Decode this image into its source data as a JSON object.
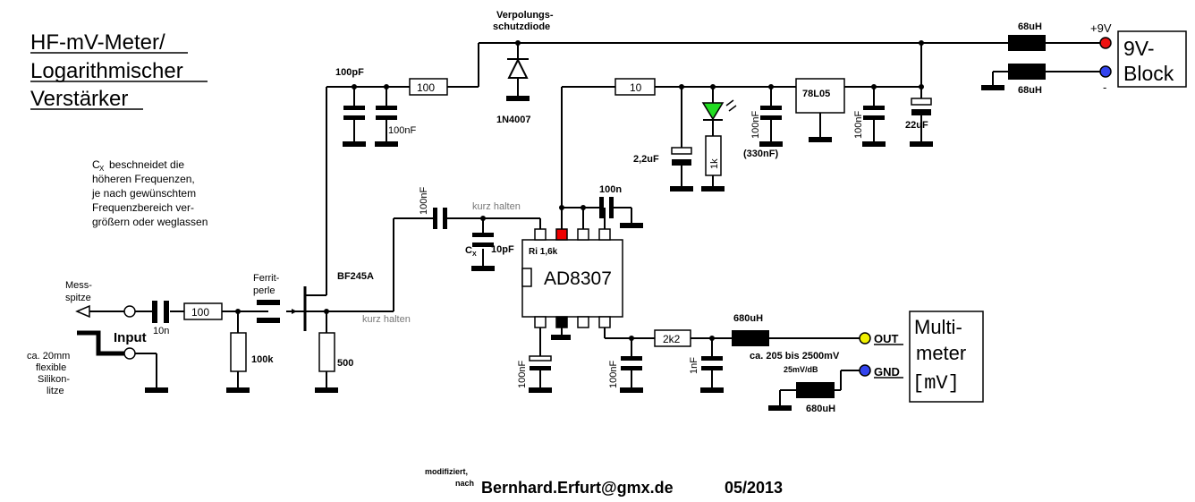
{
  "title": {
    "line1": "HF-mV-Meter/",
    "line2": "Logarithmischer",
    "line3": "Verstärker"
  },
  "note": {
    "l1": "beschneidet die",
    "cx": "C",
    "cx_sub": "X",
    "l2": "höheren Frequenzen,",
    "l3": "je nach gewünschtem",
    "l4": "Frequenzbereich ver-",
    "l5": "größern oder weglassen"
  },
  "probe": {
    "l1": "Mess-",
    "l2": "spitze",
    "input": "Input",
    "w1": "ca. 20mm",
    "w2": "flexible",
    "w3": "Silikon-",
    "w4": "litze"
  },
  "components": {
    "c_in": "10n",
    "r_in": "100",
    "r_100k": "100k",
    "ferrite1": "Ferrit-",
    "ferrite2": "perle",
    "fet": "BF245A",
    "r_500": "500",
    "kurz_halten": "kurz halten",
    "c_100pf": "100pF",
    "c_100nf": "100nF",
    "r_100": "100",
    "diode_label1": "Verpolungs-",
    "diode_label2": "schutzdiode",
    "diode": "1N4007",
    "l_68uh": "68uH",
    "plus9v": "+9V",
    "minus": "-",
    "r_10": "10",
    "c_22uf_top": "2,2uF",
    "r_1k": "1k",
    "c_100nf_b": "100nF",
    "c_330nf": "(330nF)",
    "reg": "78L05",
    "c_100nf_c": "100nF",
    "c_22uf": "22uF",
    "c_100n_top": "100n",
    "c_10pf": "10pF",
    "ic": "AD8307",
    "ri": "Ri 1,6k",
    "c_100nf_d": "100nF",
    "c_100nf_e": "100nF",
    "r_2k2": "2k2",
    "c_1nf": "1nF",
    "l_680uh": "680uH",
    "range": "ca. 205 bis 2500mV",
    "slope": "25mV/dB",
    "out": "OUT",
    "gnd": "GND",
    "l_680uh_b": "680uH"
  },
  "battery": {
    "l1": "9V-",
    "l2": "Block"
  },
  "meter": {
    "l1": "Multi-",
    "l2": "meter",
    "l3": "[mV]"
  },
  "footer": {
    "mod1": "modifiziert,",
    "mod2": "nach",
    "author": "Bernhard.Erfurt@gmx.de",
    "date": "05/2013"
  },
  "colors": {
    "led": "#22dd22",
    "plus": "#ee1111",
    "minus": "#3344ee",
    "out": "#f0f000",
    "pin_red": "#ee0000"
  }
}
